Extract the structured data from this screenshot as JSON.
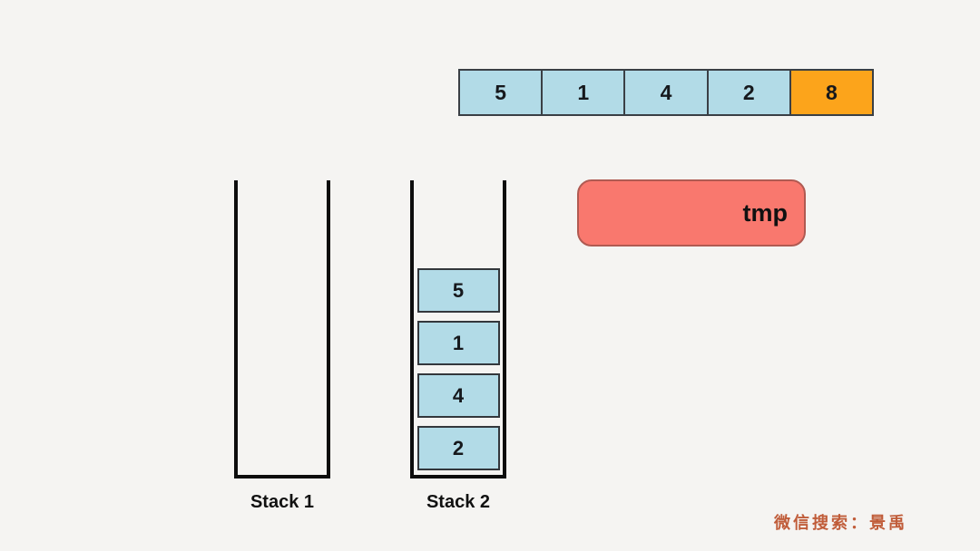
{
  "page": {
    "background_color": "#f5f4f2"
  },
  "array": {
    "cell_color": "#b2dbe7",
    "highlight_color": "#fca41b",
    "cells": [
      {
        "value": "5",
        "highlight": false
      },
      {
        "value": "1",
        "highlight": false
      },
      {
        "value": "4",
        "highlight": false
      },
      {
        "value": "2",
        "highlight": false
      },
      {
        "value": "8",
        "highlight": true
      }
    ]
  },
  "stacks": [
    {
      "label": "Stack 1",
      "items": []
    },
    {
      "label": "Stack 2",
      "items": [
        "5",
        "1",
        "4",
        "2"
      ]
    }
  ],
  "tmp": {
    "label": "tmp",
    "fill_color": "#f9786e"
  },
  "watermark": {
    "text": "微信搜索：景禹",
    "color": "#c05c39"
  }
}
